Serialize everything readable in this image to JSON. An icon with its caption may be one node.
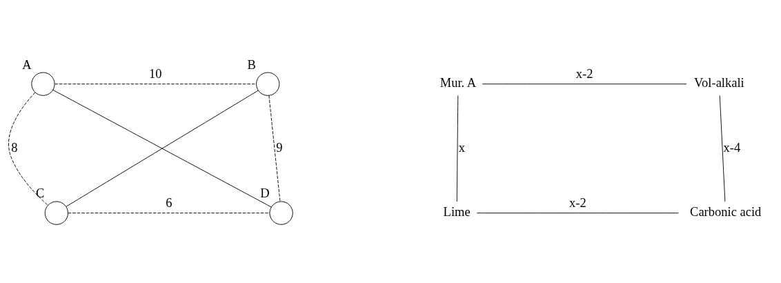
{
  "diagram": {
    "nodes": [
      {
        "text": [],
        "shape": "circle",
        "beside": [
          "A"
        ]
      },
      {
        "text": [],
        "shape": "circle",
        "beside": [
          "B"
        ]
      },
      {
        "text": [],
        "shape": "circle",
        "beside": [
          "C"
        ]
      },
      {
        "text": [],
        "shape": "circle",
        "beside": [
          "D"
        ]
      },
      {
        "text": [
          "Mur. A"
        ]
      },
      {
        "text": [
          "Vol-alkali"
        ]
      },
      {
        "text": [
          "Lime"
        ]
      },
      {
        "text": [
          "Carbonic acid"
        ]
      }
    ],
    "edges": [
      {
        "from": 0,
        "to": 1,
        "arrow": "none",
        "label": "10",
        "style": "dashed"
      },
      {
        "from": 0,
        "to": 2,
        "arrow": "none",
        "label": "8",
        "style": "dashed"
      },
      {
        "from": 1,
        "to": 3,
        "arrow": "none",
        "label": "9",
        "style": "dashed"
      },
      {
        "from": 2,
        "to": 3,
        "arrow": "none",
        "label": "6",
        "style": "dashed"
      },
      {
        "from": 0,
        "to": 3,
        "arrow": "none"
      },
      {
        "from": 1,
        "to": 2,
        "arrow": "none"
      },
      {
        "from": 4,
        "to": 5,
        "arrow": "none",
        "label": "x-2"
      },
      {
        "from": 4,
        "to": 6,
        "arrow": "none",
        "label": "x"
      },
      {
        "from": 5,
        "to": 7,
        "arrow": "none",
        "label": "x-4"
      },
      {
        "from": 6,
        "to": 7,
        "arrow": "none",
        "label": "x-2"
      }
    ]
  }
}
